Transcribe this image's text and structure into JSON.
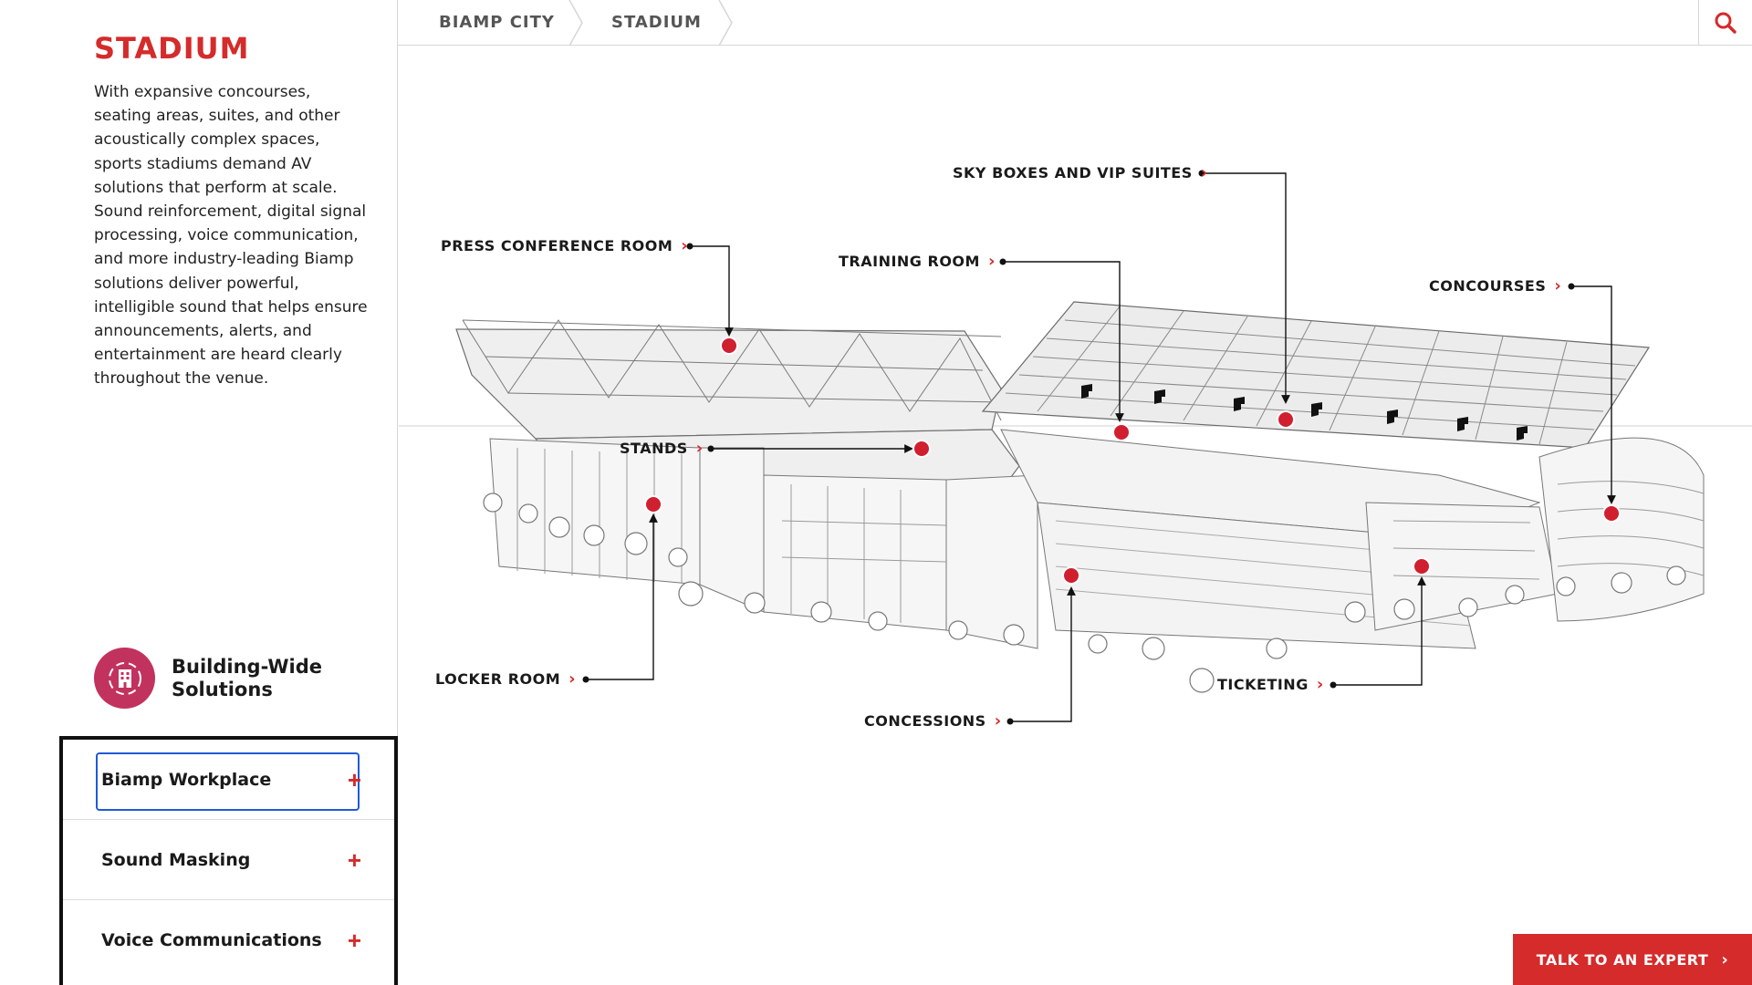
{
  "sidebar": {
    "title": "STADIUM",
    "description": "With expansive concourses, seating areas, suites, and other acoustically complex spaces, sports stadiums demand AV solutions that perform at scale. Sound reinforcement, digital signal processing, voice communication, and more industry-leading Biamp solutions deliver powerful, intelligible sound that helps ensure announcements, alerts, and entertainment are heard clearly throughout the venue.",
    "building_wide": {
      "label": "Building-Wide Solutions",
      "icon": "building-icon"
    },
    "accordion": [
      {
        "label": "Biamp Workplace",
        "toggle": "+"
      },
      {
        "label": "Sound Masking",
        "toggle": "+"
      },
      {
        "label": "Voice Communications",
        "toggle": "+"
      }
    ]
  },
  "breadcrumb": [
    {
      "label": "BIAMP CITY"
    },
    {
      "label": "STADIUM"
    }
  ],
  "search": {
    "icon": "search-icon"
  },
  "hotspots": [
    {
      "id": "sky-boxes",
      "label": "SKY BOXES AND VIP SUITES"
    },
    {
      "id": "press-conference-room",
      "label": "PRESS CONFERENCE ROOM"
    },
    {
      "id": "training-room",
      "label": "TRAINING ROOM"
    },
    {
      "id": "concourses",
      "label": "CONCOURSES"
    },
    {
      "id": "stands",
      "label": "STANDS"
    },
    {
      "id": "locker-room",
      "label": "LOCKER ROOM"
    },
    {
      "id": "concessions",
      "label": "CONCESSIONS"
    },
    {
      "id": "ticketing",
      "label": "TICKETING"
    }
  ],
  "cta": {
    "label": "TALK TO AN EXPERT"
  },
  "colors": {
    "accent": "#d52b2b",
    "dot": "#d01f2f",
    "bws_icon_bg": "#c2325e",
    "focus_ring": "#1e5ad6"
  }
}
